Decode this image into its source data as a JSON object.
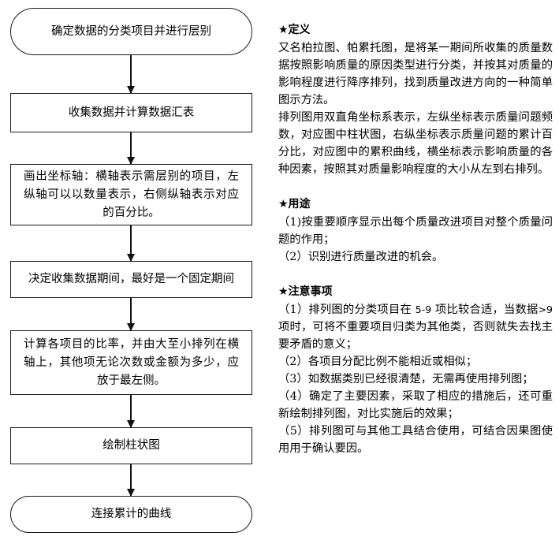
{
  "flowchart": {
    "nodes": [
      {
        "id": "step-1",
        "shape": "terminator",
        "text": "确定数据的分类项目并进行层别"
      },
      {
        "id": "step-2",
        "shape": "process",
        "text": "收集数据并计算数据汇表"
      },
      {
        "id": "step-3",
        "shape": "process",
        "text": "画出坐标轴：横轴表示需层别的项目，左纵轴可以以数量表示，右侧纵轴表示对应的百分比。"
      },
      {
        "id": "step-4",
        "shape": "process",
        "text": "决定收集数据期间，最好是一个固定期间"
      },
      {
        "id": "step-5",
        "shape": "process",
        "text": "计算各项目的比率，并由大至小排列在横轴上，其他项无论次数或金额为多少，应放于最左侧。"
      },
      {
        "id": "step-6",
        "shape": "process",
        "text": "绘制柱状图"
      },
      {
        "id": "step-7",
        "shape": "terminator",
        "text": "连接累计的曲线"
      }
    ],
    "connector_count": 6
  },
  "notes": {
    "definition": {
      "heading": "★定义",
      "paragraphs": [
        "又名柏拉图、帕累托图，是将某一期间所收集的质量数据按照影响质量的原因类型进行分类，并按其对质量的影响程度进行降序排列，找到质量改进方向的一种简单图示方法。",
        "排列图用双直角坐标系表示，左纵坐标表示质量问题频数，对应图中柱状图，右纵坐标表示质量问题的累计百分比，对应图中的累积曲线，横坐标表示影响质量的各种因素，按照其对质量影响程度的大小从左到右排列。"
      ]
    },
    "usage": {
      "heading": "★用途",
      "paragraphs": [
        "（1)按重要顺序显示出每个质量改进项目对整个质量问题的作用；",
        "（2）识别进行质量改进的机会。"
      ]
    },
    "cautions": {
      "heading": "★注意事项",
      "items": [
        {
          "prefix": "（1）排列图的分类项目在 ",
          "num1": "5-9",
          "mid": " 项比较合适，当数据",
          "num2": ">9",
          "suffix": " 项时，可将不重要项目归类为其他类，否则就失去找主要矛盾的意义；"
        },
        {
          "text": "（2）各项目分配比例不能相近或相似；"
        },
        {
          "text": "（3）如数据类别已经很清楚，无需再使用排列图；"
        },
        {
          "text": "（4）确定了主要因素，采取了相应的措施后，还可重新绘制排列图，对比实施后的效果；"
        },
        {
          "text": "（5）排列图可与其他工具结合使用，可结合因果图使用用于确认要因。"
        }
      ]
    }
  },
  "colors": {
    "stroke": "#1a1a1a",
    "text": "#000000",
    "background": "#ffffff"
  }
}
